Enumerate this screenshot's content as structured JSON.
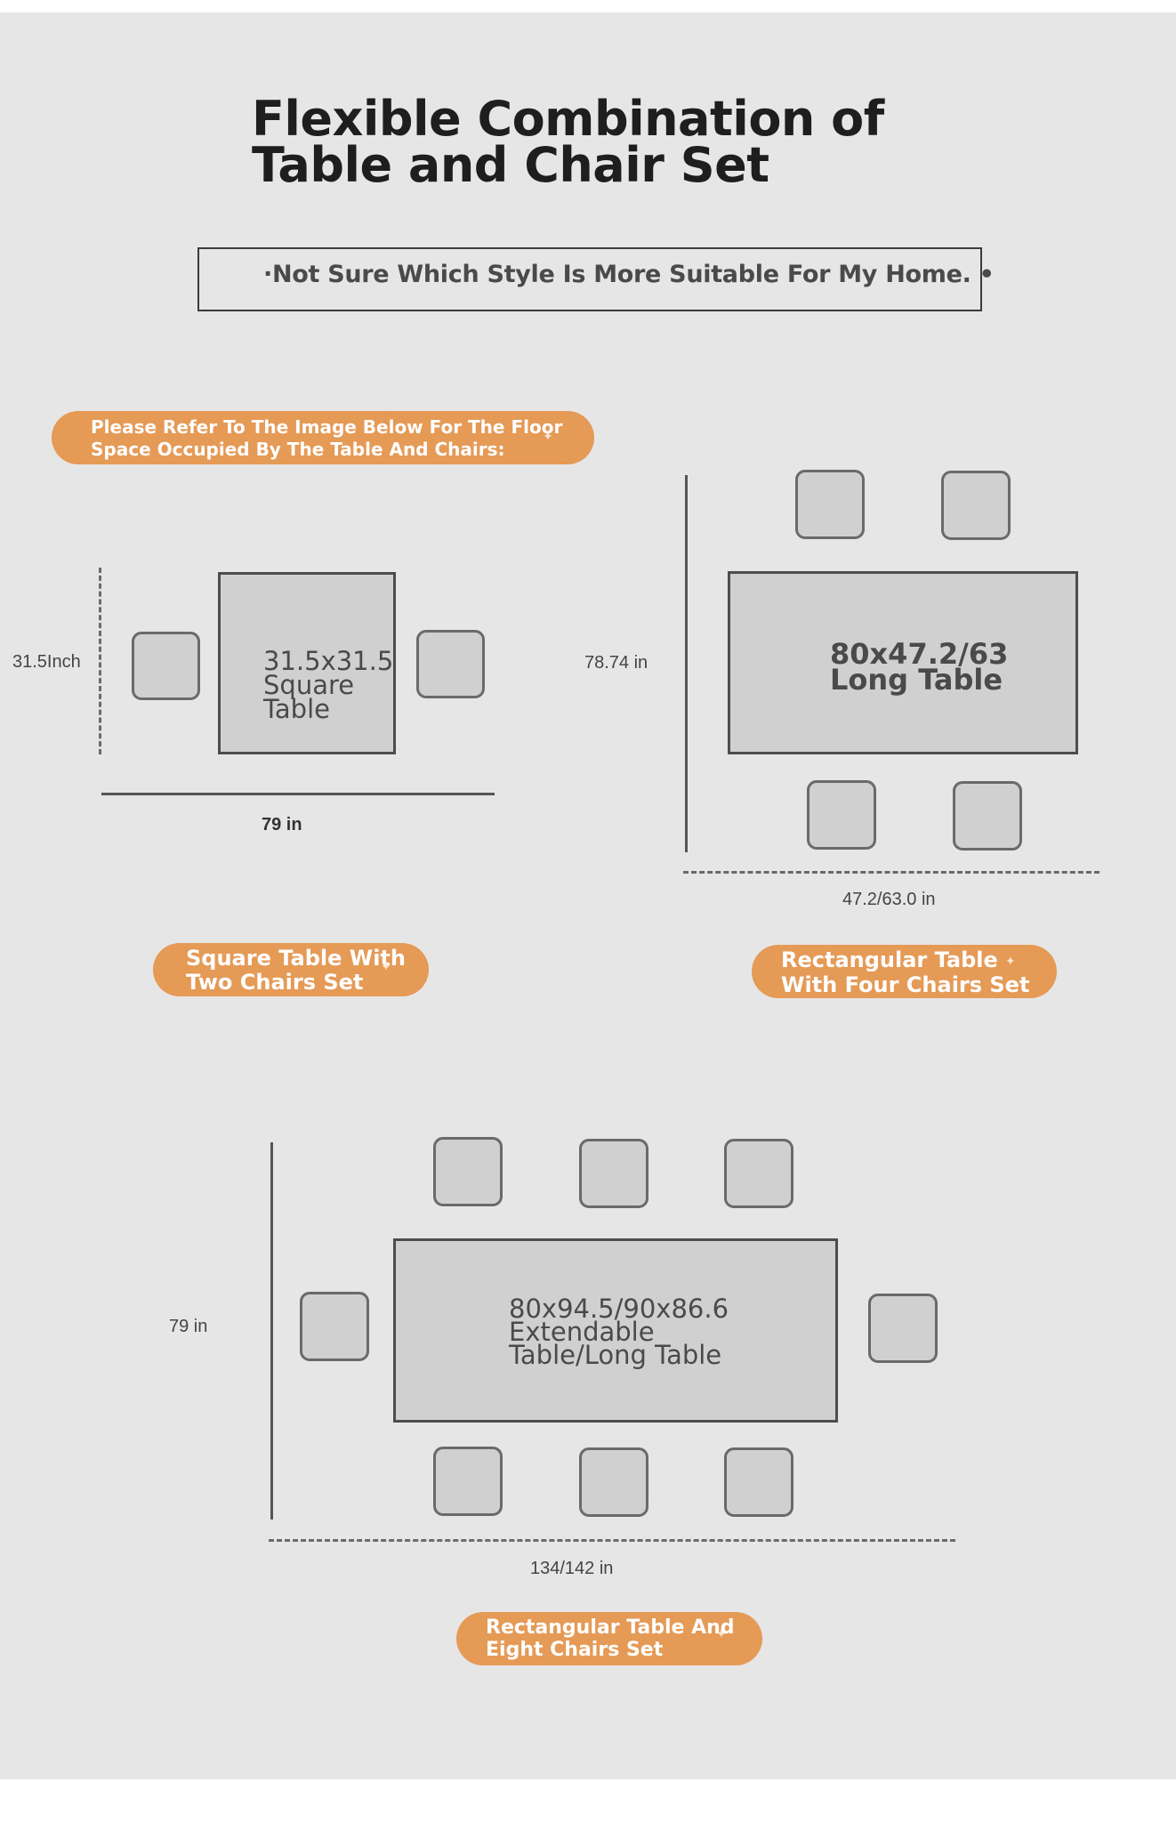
{
  "header": {
    "title_line1": "Flexible Combination of",
    "title_line2": "Table and Chair Set",
    "subtitle": "·Not Sure Which Style Is More Suitable For My Home. •"
  },
  "intro_badge": {
    "line1": "Please Refer To The Image Below For The Floor",
    "line2": "Space Occupied By The Table And Chairs:"
  },
  "sets": {
    "square": {
      "table_line1": "31.5x31.5",
      "table_line2": "Square",
      "table_line3": "Table",
      "height_dim": "31.5Inch",
      "width_dim": "79 in",
      "badge_line1": "Square Table With",
      "badge_line2": "Two Chairs Set",
      "chairs": 2
    },
    "rect_four": {
      "table_line1": "80x47.2/63",
      "table_line2": "Long Table",
      "height_dim": "78.74 in",
      "width_dim": "47.2/63.0 in",
      "badge_line1": "Rectangular Table",
      "badge_line2": "With Four Chairs Set",
      "chairs": 4
    },
    "rect_eight": {
      "table_line1": "80x94.5/90x86.6",
      "table_line2": "Extendable",
      "table_line3": "Table/Long Table",
      "height_dim": "79 in",
      "width_dim": "134/142 in",
      "badge_line1": "Rectangular Table And",
      "badge_line2": "Eight Chairs Set",
      "chairs": 8
    }
  },
  "colors": {
    "accent": "#e59a56",
    "panel_bg": "#e6e6e6",
    "table_fill": "#d0d0d0",
    "outline": "#4d4d4d"
  },
  "icons": {
    "sparkle": "sparkle-icon"
  }
}
